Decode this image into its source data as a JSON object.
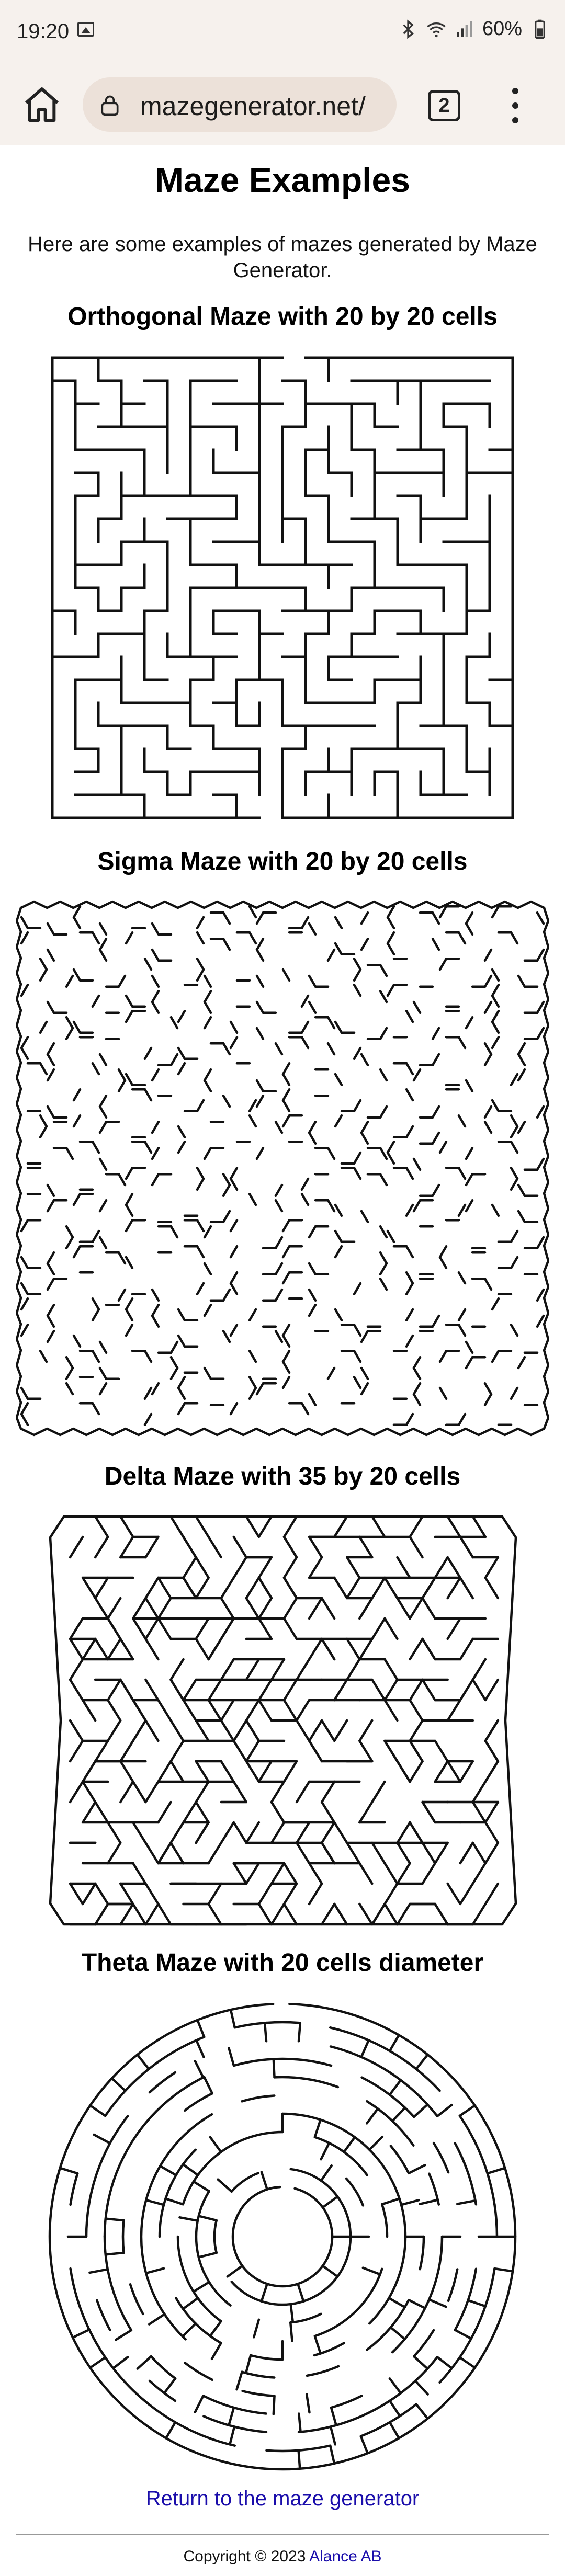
{
  "status": {
    "time": "19:20",
    "battery": "60%"
  },
  "browser": {
    "url": "mazegenerator.net/",
    "tab_count": "2"
  },
  "page": {
    "title": "Maze Examples",
    "intro": "Here are some examples of mazes generated by Maze Generator.",
    "mazes": [
      {
        "heading": "Orthogonal Maze with 20 by 20 cells"
      },
      {
        "heading": "Sigma Maze with 20 by 20 cells"
      },
      {
        "heading": "Delta Maze with 35 by 20 cells"
      },
      {
        "heading": "Theta Maze with 20 cells diameter"
      }
    ],
    "return_link": "Return to the maze generator",
    "copyright_prefix": "Copyright © 2023",
    "company": "Alance AB"
  }
}
